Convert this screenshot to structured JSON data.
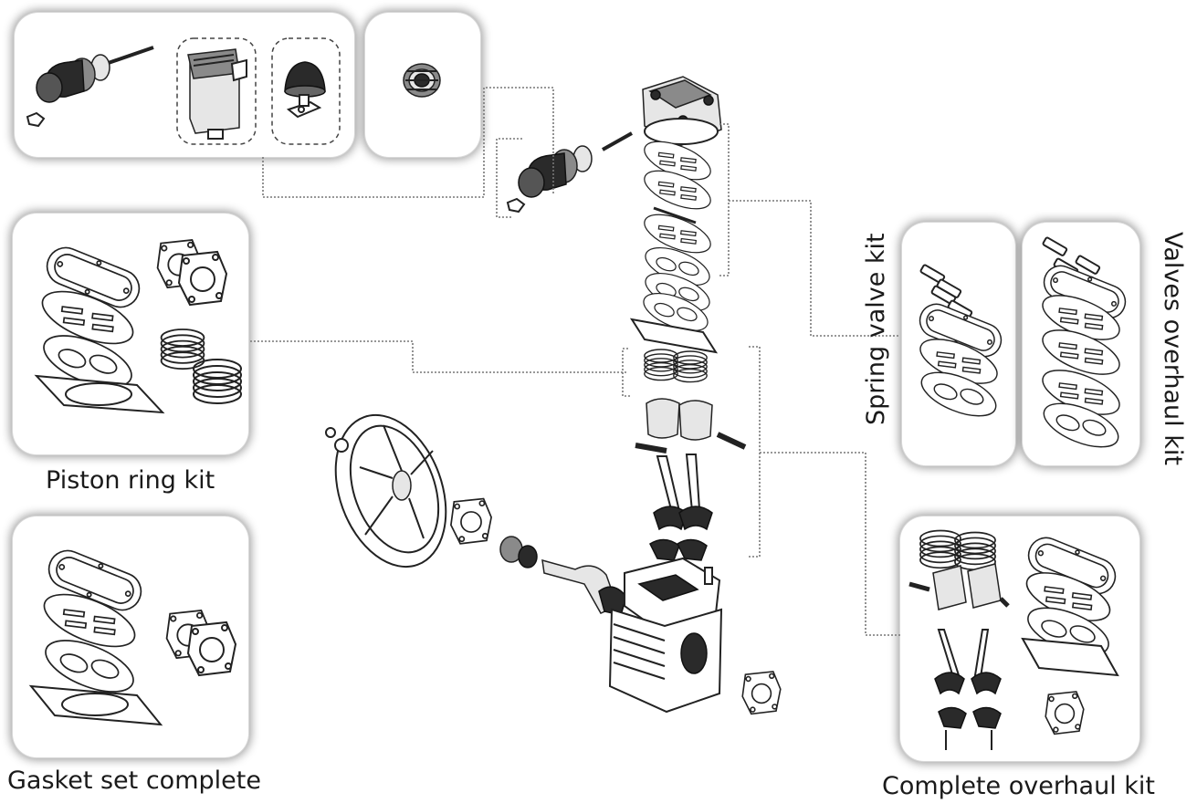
{
  "kits": {
    "piston_ring": "Piston ring kit",
    "gasket_set": "Gasket set complete",
    "spring_valve": "Spring valve kit",
    "valves_overhaul": "Valves overhaul kit",
    "complete_overhaul": "Complete overhaul kit"
  }
}
